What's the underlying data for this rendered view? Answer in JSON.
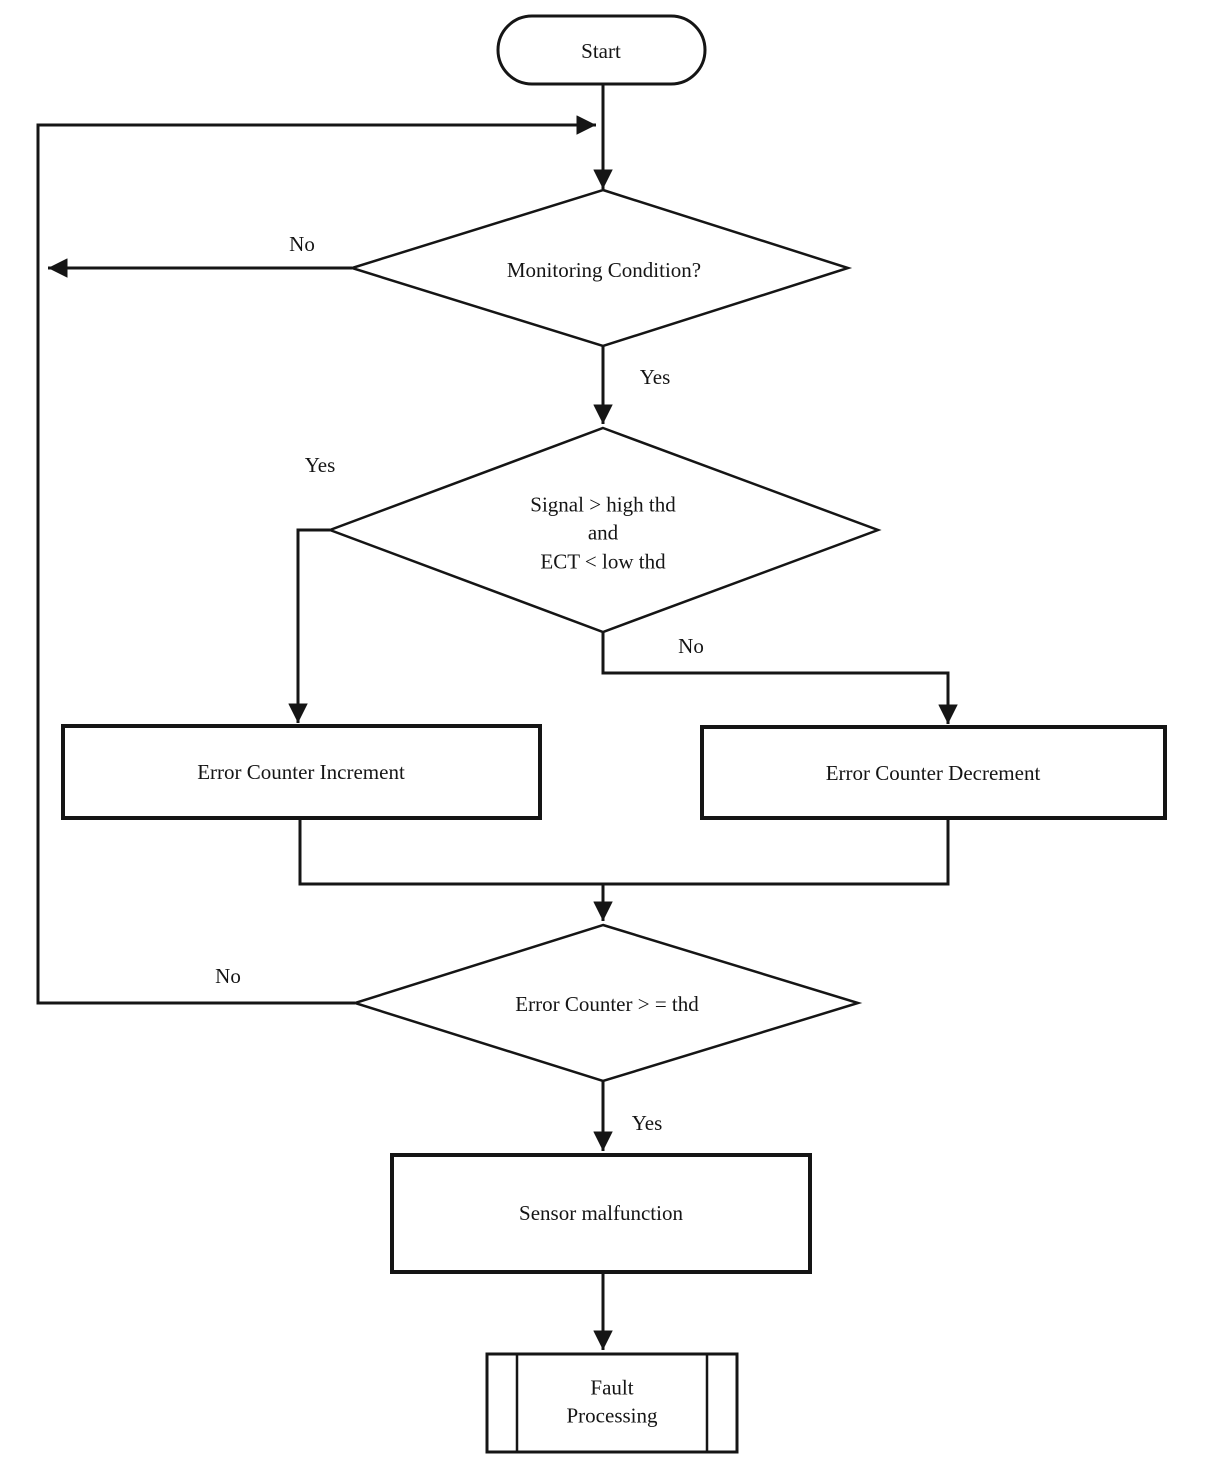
{
  "flowchart": {
    "nodes": {
      "start": {
        "type": "terminator",
        "label": "Start"
      },
      "monitoring_condition": {
        "type": "decision",
        "label": "Monitoring Condition?"
      },
      "signal_threshold": {
        "type": "decision",
        "label": "Signal > high thd\nand\nECT < low thd"
      },
      "error_counter_increment": {
        "type": "process",
        "label": "Error Counter Increment"
      },
      "error_counter_decrement": {
        "type": "process",
        "label": "Error Counter Decrement"
      },
      "error_counter_threshold": {
        "type": "decision",
        "label": "Error Counter > = thd"
      },
      "sensor_malfunction": {
        "type": "process",
        "label": "Sensor malfunction"
      },
      "fault_processing": {
        "type": "predefined_process",
        "label": "Fault\nProcessing"
      }
    },
    "branch_labels": {
      "monitoring_no": "No",
      "monitoring_yes": "Yes",
      "signal_yes": "Yes",
      "signal_no": "No",
      "counter_no": "No",
      "counter_yes": "Yes"
    },
    "colors": {
      "ink": "#151515",
      "background": "#ffffff"
    }
  }
}
